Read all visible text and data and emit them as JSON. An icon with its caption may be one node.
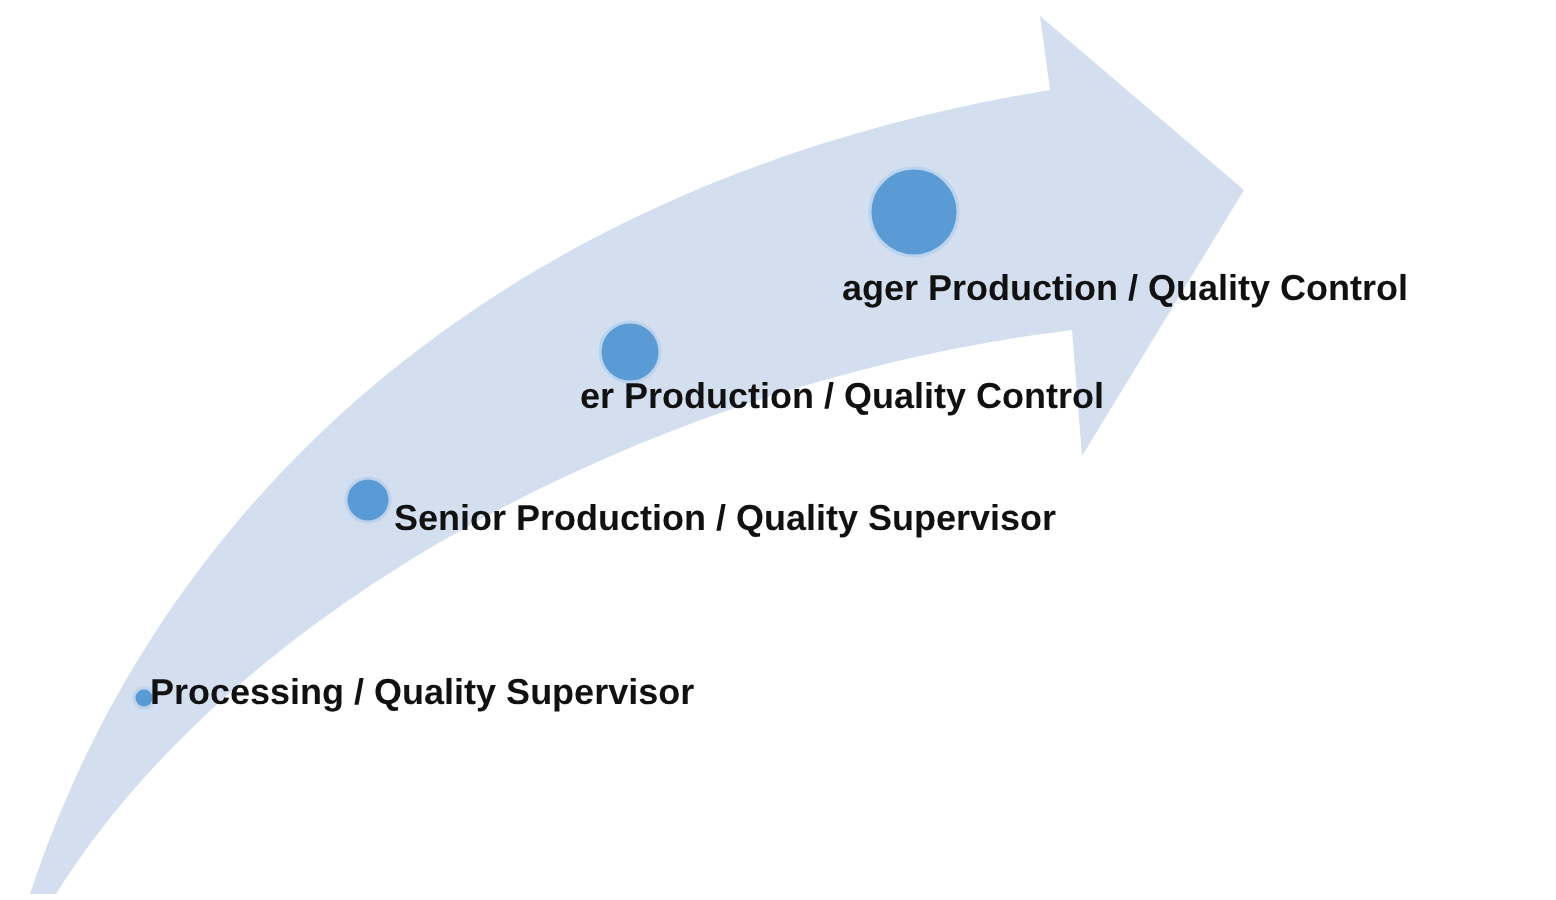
{
  "diagram": {
    "labels": [
      "ager Production / Quality Control",
      "er Production / Quality Control",
      "Senior Production / Quality Supervisor",
      "Processing / Quality Supervisor"
    ]
  }
}
